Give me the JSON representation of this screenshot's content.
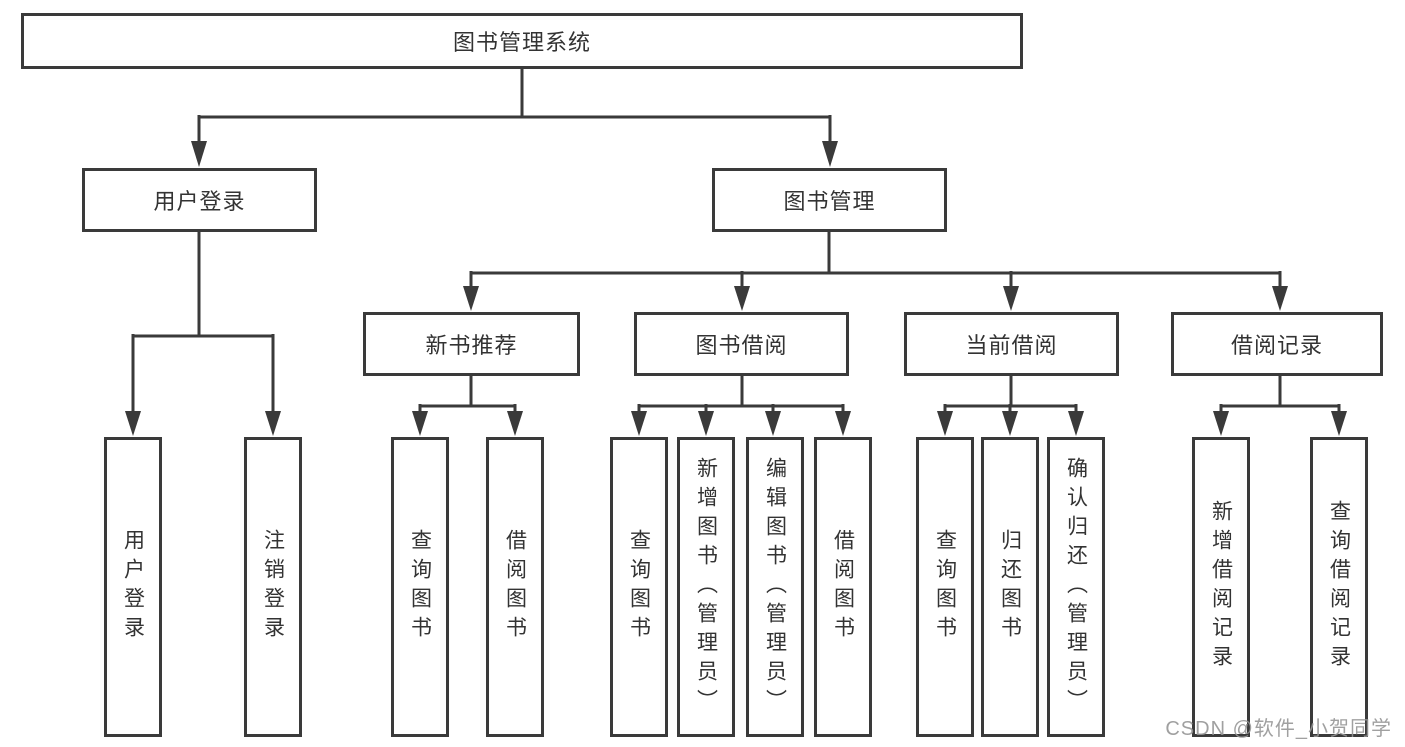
{
  "tree": {
    "root": "图书管理系统",
    "level2": {
      "user_login": "用户登录",
      "book_management": "图书管理"
    },
    "level3": {
      "new_book_recommend": "新书推荐",
      "book_borrow": "图书借阅",
      "current_borrow": "当前借阅",
      "borrow_records": "借阅记录"
    },
    "leaves": {
      "user_login": [
        "用户登录",
        "注销登录"
      ],
      "new_book_recommend": [
        "查询图书",
        "借阅图书"
      ],
      "book_borrow": [
        "查询图书",
        "新增图书（管理员）",
        "编辑图书（管理员）",
        "借阅图书"
      ],
      "current_borrow": [
        "查询图书",
        "归还图书",
        "确认归还（管理员）"
      ],
      "borrow_records": [
        "新增借阅记录",
        "查询借阅记录"
      ]
    }
  },
  "watermark": "CSDN @软件_小贺同学",
  "colors": {
    "line": "#3a3a3a",
    "text": "#333333",
    "background": "#ffffff",
    "watermark": "#969696"
  }
}
